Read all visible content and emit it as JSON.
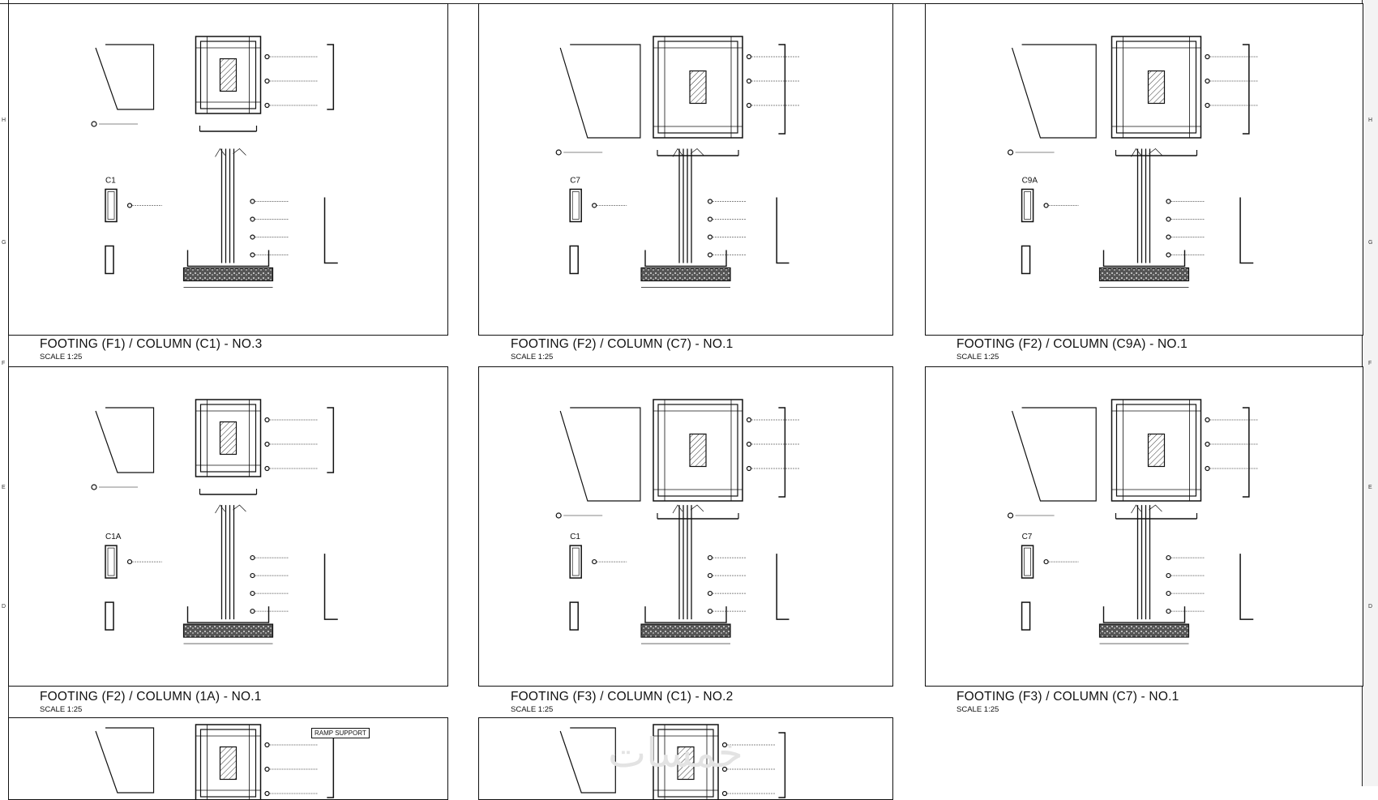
{
  "drawing": {
    "panels": [
      {
        "title": "FOOTING (F1) / COLUMN (C1) - NO.3",
        "scale": "SCALE 1:25",
        "column_mark": "C1"
      },
      {
        "title": "FOOTING (F2) / COLUMN (C7) - NO.1",
        "scale": "SCALE 1:25",
        "column_mark": "C7"
      },
      {
        "title": "FOOTING (F2) / COLUMN (C9A) - NO.1",
        "scale": "SCALE 1:25",
        "column_mark": "C9A"
      },
      {
        "title": "FOOTING (F2) / COLUMN (1A) - NO.1",
        "scale": "SCALE 1:25",
        "column_mark": "C1A"
      },
      {
        "title": "FOOTING (F3) / COLUMN (C1) - NO.2",
        "scale": "SCALE 1:25",
        "column_mark": "C1"
      },
      {
        "title": "FOOTING (F3) / COLUMN (C7) - NO.1",
        "scale": "SCALE 1:25",
        "column_mark": "C7"
      },
      {
        "title": "",
        "scale": "",
        "column_mark": "",
        "tag": "RAMP SUPPORT"
      },
      {
        "title": "",
        "scale": "",
        "column_mark": ""
      }
    ],
    "zone_letters": [
      "H",
      "G",
      "F",
      "E",
      "D"
    ]
  }
}
